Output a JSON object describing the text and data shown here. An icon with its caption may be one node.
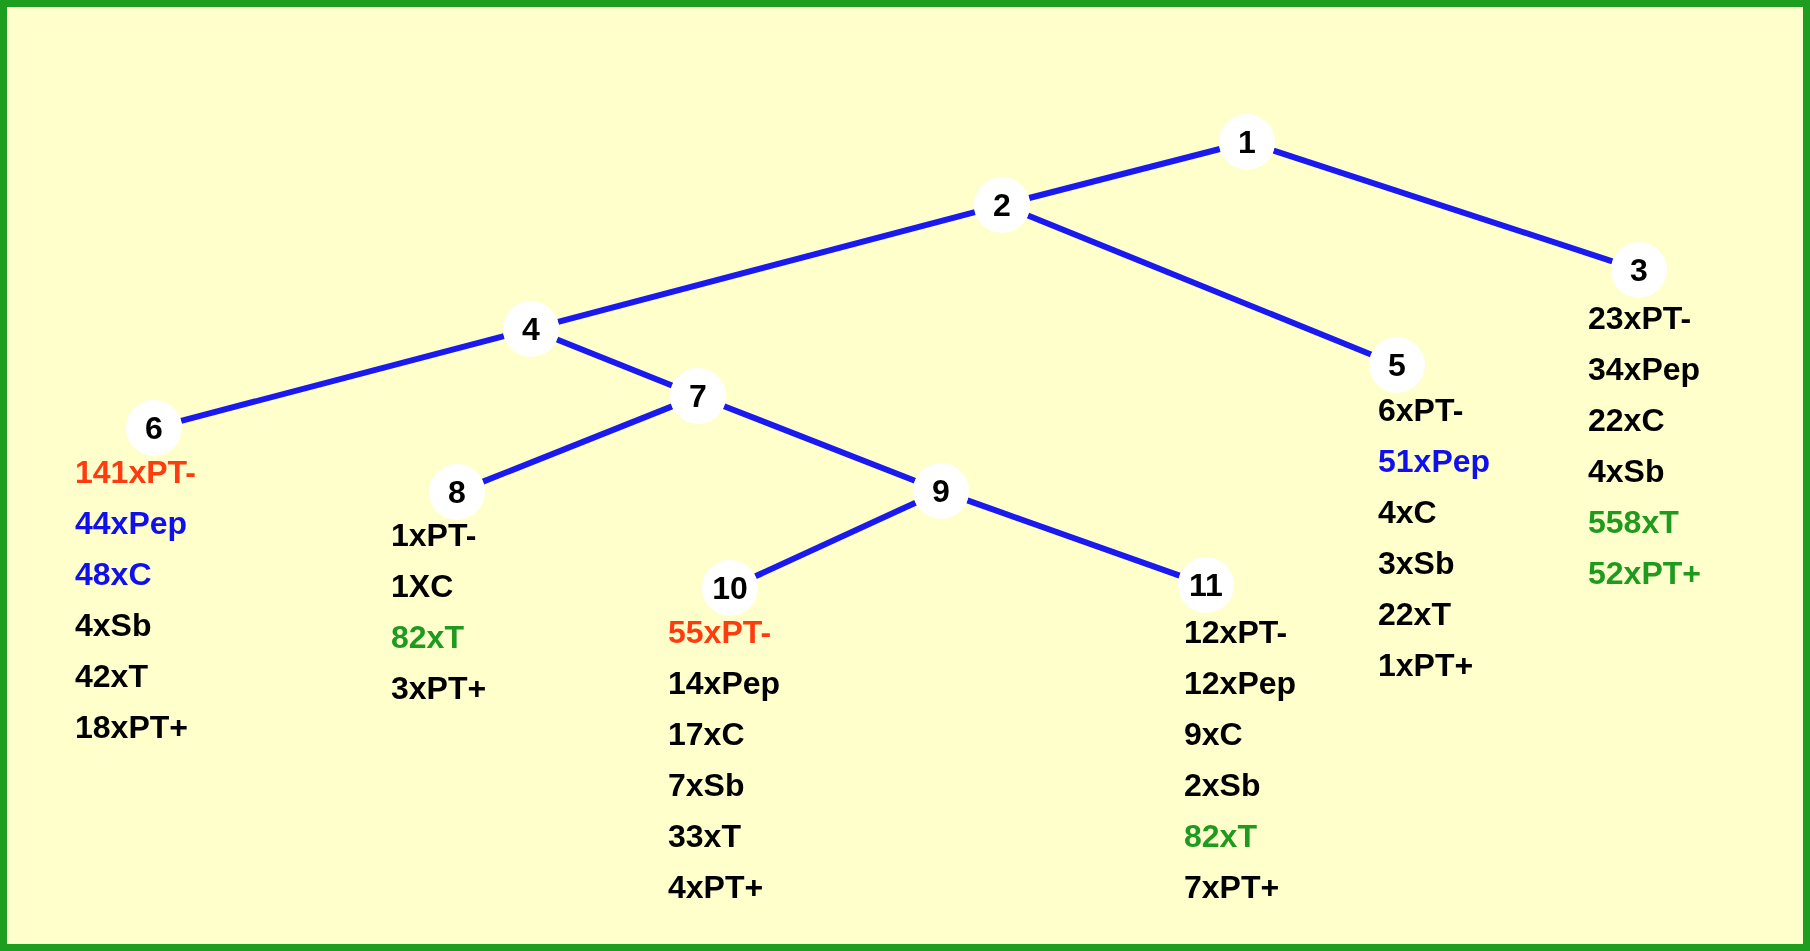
{
  "diagram": {
    "nodes": [
      {
        "text": [
          "1"
        ]
      },
      {
        "text": [
          "2"
        ]
      },
      {
        "text": [
          "3"
        ],
        "beside": [
          "23xPT-",
          "34xPep",
          "22xC",
          "4xSb",
          "558xT",
          "52xPT+"
        ]
      },
      {
        "text": [
          "4"
        ]
      },
      {
        "text": [
          "5"
        ],
        "beside": [
          "6xPT-",
          "51xPep",
          "4xC",
          "3xSb",
          "22xT",
          "1xPT+"
        ]
      },
      {
        "text": [
          "6"
        ],
        "beside": [
          "141xPT-",
          "44xPep",
          "48xC",
          "4xSb",
          "42xT",
          "18xPT+"
        ]
      },
      {
        "text": [
          "7"
        ]
      },
      {
        "text": [
          "8"
        ],
        "beside": [
          "1xPT-",
          "1XC",
          "82xT",
          "3xPT+"
        ]
      },
      {
        "text": [
          "9"
        ]
      },
      {
        "text": [
          "10"
        ],
        "beside": [
          "55xPT-",
          "14xPep",
          "17xC",
          "7xSb",
          "33xT",
          "4xPT+"
        ]
      },
      {
        "text": [
          "11"
        ],
        "beside": [
          "12xPT-",
          "12xPep",
          "9xC",
          "2xSb",
          "82xT",
          "7xPT+"
        ]
      }
    ],
    "edges": [
      {
        "from": 0,
        "to": 1,
        "arrow": "none"
      },
      {
        "from": 0,
        "to": 2,
        "arrow": "none"
      },
      {
        "from": 1,
        "to": 3,
        "arrow": "none"
      },
      {
        "from": 1,
        "to": 4,
        "arrow": "none"
      },
      {
        "from": 3,
        "to": 5,
        "arrow": "none"
      },
      {
        "from": 3,
        "to": 6,
        "arrow": "none"
      },
      {
        "from": 6,
        "to": 7,
        "arrow": "none"
      },
      {
        "from": 6,
        "to": 8,
        "arrow": "none"
      },
      {
        "from": 8,
        "to": 9,
        "arrow": "none"
      },
      {
        "from": 8,
        "to": 10,
        "arrow": "none"
      }
    ]
  }
}
